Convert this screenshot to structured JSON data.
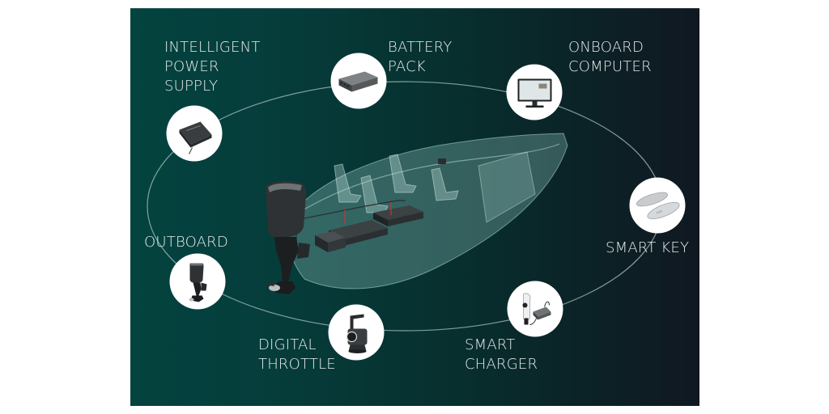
{
  "diagram": {
    "title": "Electric boat system components",
    "colors": {
      "background_left": "#04433f",
      "background_right": "#101821",
      "ring_line": "#a9c4c2",
      "node_fill": "#ffffff",
      "label_text": "#e7ecec",
      "hull_tint": "#7fb3ad"
    },
    "components": [
      {
        "id": "power-supply",
        "label": "INTELLIGENT\nPOWER\nSUPPLY",
        "icon": "power-supply-unit-icon"
      },
      {
        "id": "battery-pack",
        "label": "BATTERY\nPACK",
        "icon": "battery-pack-icon"
      },
      {
        "id": "onboard-computer",
        "label": "ONBOARD\nCOMPUTER",
        "icon": "monitor-icon"
      },
      {
        "id": "smart-key",
        "label": "SMART KEY",
        "icon": "key-fob-icon"
      },
      {
        "id": "smart-charger",
        "label": "SMART\nCHARGER",
        "icon": "charger-plug-icon"
      },
      {
        "id": "digital-throttle",
        "label": "DIGITAL\nTHROTTLE",
        "icon": "throttle-lever-icon"
      },
      {
        "id": "outboard",
        "label": "OUTBOARD",
        "icon": "outboard-motor-icon"
      }
    ],
    "central_image": "boat-cutaway-illustration"
  }
}
